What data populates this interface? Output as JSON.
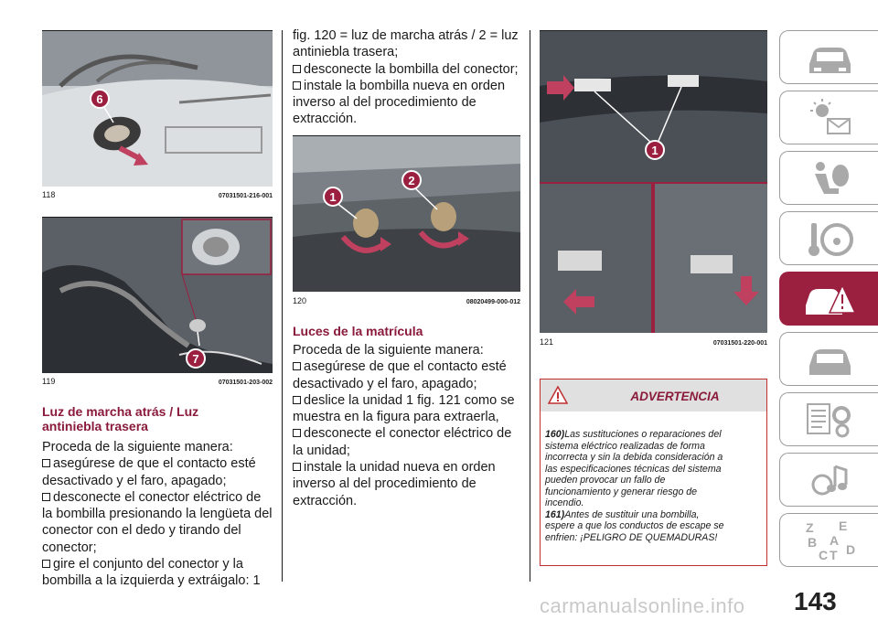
{
  "figures": {
    "f118": {
      "number": "118",
      "code": "07031501-216-001",
      "callouts": [
        "6"
      ]
    },
    "f119": {
      "number": "119",
      "code": "07031501-203-002",
      "callouts": [
        "7"
      ]
    },
    "f120": {
      "number": "120",
      "code": "08020499-000-012",
      "callouts": [
        "1",
        "2"
      ]
    },
    "f121": {
      "number": "121",
      "code": "07031501-220-001",
      "callouts": [
        "1"
      ]
    }
  },
  "section1": {
    "title_line1": "Luz de marcha atrás / Luz",
    "title_line2": "antiniebla trasera",
    "intro": "Proceda de la siguiente manera:",
    "steps": [
      [
        "asegúrese de que el contacto esté",
        "desactivado y el faro, apagado;"
      ],
      [
        "desconecte el conector eléctrico de",
        "la bombilla presionando la lengüeta del",
        "conector con el dedo y tirando del",
        "conector;"
      ],
      [
        "gire el conjunto del conector y la",
        "bombilla a la izquierda y extráigalo: 1"
      ]
    ]
  },
  "section1_cont": {
    "lines": [
      "fig. 120 = luz de marcha atrás / 2 = luz",
      "antiniebla trasera;"
    ],
    "steps": [
      [
        "desconecte la bombilla del conector;"
      ],
      [
        "instale la bombilla nueva en orden",
        "inverso al del procedimiento de",
        "extracción."
      ]
    ]
  },
  "section2": {
    "title": "Luces de la matrícula",
    "intro": "Proceda de la siguiente manera:",
    "steps": [
      [
        "asegúrese de que el contacto esté",
        "desactivado y el faro, apagado;"
      ],
      [
        "deslice la unidad 1 fig. 121 como se",
        "muestra en la figura para extraerla,"
      ],
      [
        "desconecte el conector eléctrico de",
        "la unidad;"
      ],
      [
        "instale la unidad nueva en orden",
        "inverso al del procedimiento de",
        "extracción."
      ]
    ]
  },
  "warning": {
    "title": "ADVERTENCIA",
    "items": [
      {
        "ref": "160)",
        "lines": [
          "Las sustituciones o reparaciones del",
          "sistema eléctrico realizadas de forma",
          "incorrecta y sin la debida consideración a",
          "las especificaciones técnicas del sistema",
          "pueden provocar un fallo de",
          "funcionamiento y generar riesgo de",
          "incendio."
        ]
      },
      {
        "ref": "161)",
        "lines": [
          "Antes de sustituir una bombilla,",
          "espere a que los conductos de escape se",
          "enfrien: ¡PELIGRO DE QUEMADURAS!"
        ]
      }
    ]
  },
  "tabs": [
    {
      "icon": "car-dashboard-icon",
      "active": false
    },
    {
      "icon": "lights-message-icon",
      "active": false
    },
    {
      "icon": "airbag-seat-icon",
      "active": false
    },
    {
      "icon": "steering-key-icon",
      "active": false
    },
    {
      "icon": "emergency-breakdown-icon",
      "active": true
    },
    {
      "icon": "car-maintenance-icon",
      "active": false
    },
    {
      "icon": "specifications-gear-icon",
      "active": false
    },
    {
      "icon": "multimedia-icon",
      "active": false
    },
    {
      "icon": "alphabetical-index-icon",
      "active": false,
      "letters": [
        "Z",
        "E",
        "B",
        "A",
        "C",
        "T",
        "D"
      ]
    }
  ],
  "colors": {
    "heading": "#8a1a3a",
    "active_tab": "#9b1f3f",
    "warning_border": "#c03030",
    "callout_fill": "#9b1f3f"
  },
  "page_number": "143",
  "watermark": "carmanualsonline.info"
}
